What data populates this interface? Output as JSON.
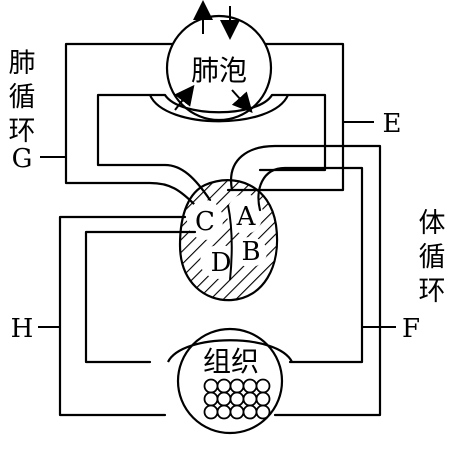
{
  "organs": {
    "alveolus": "肺泡",
    "tissue": "组织"
  },
  "chambers": {
    "A": "A",
    "B": "B",
    "C": "C",
    "D": "D"
  },
  "vessels": {
    "E": "E",
    "F": "F",
    "G": "G",
    "H": "H"
  },
  "circulations": {
    "pulmonary": [
      "肺",
      "循",
      "环"
    ],
    "systemic": [
      "体",
      "循",
      "环"
    ]
  }
}
